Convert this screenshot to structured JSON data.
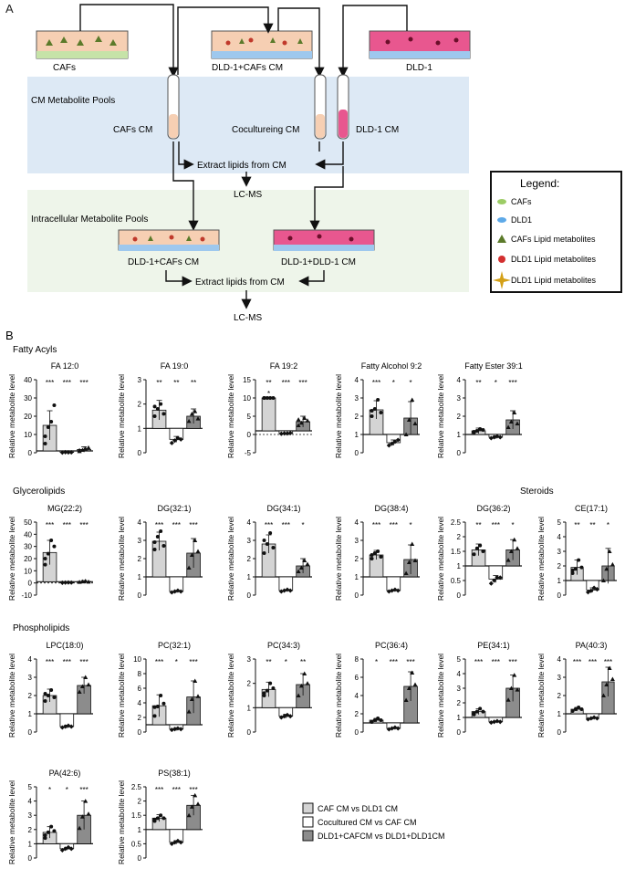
{
  "panelA": {
    "label": "A",
    "dishes": {
      "cafs": "CAFs",
      "coculture": "DLD-1+CAFs CM",
      "dld1": "DLD-1"
    },
    "pools": {
      "cm": "CM Metabolite Pools",
      "intracellular": "Intracellular Metabolite Pools"
    },
    "tubes": {
      "cafs_cm": "CAFs CM",
      "coculture_cm": "Cocultureing CM",
      "dld1_cm": "DLD-1 CM"
    },
    "extract1": "Extract lipids from CM",
    "lcms1": "LC-MS",
    "lower_dishes": {
      "left": "DLD-1+CAFs CM",
      "right": "DLD-1+DLD-1 CM"
    },
    "extract2": "Extract lipids from CM",
    "lcms2": "LC-MS",
    "legend": {
      "title": "Legend:",
      "items": [
        "CAFs",
        "DLD1",
        "CAFs Lipid metabolites",
        "DLD1 Lipid metabolites",
        "DLD1 Lipid metabolites"
      ]
    }
  },
  "panelB": {
    "label": "B",
    "ylabel": "Relative metabolite level",
    "sections": {
      "fatty_acyls": "Fatty Acyls",
      "glycerolipids": "Glycerolipids",
      "steroids": "Steroids",
      "phospholipids": "Phospholipids"
    },
    "legend": [
      "CAF CM vs DLD1 CM",
      "Cocultured CM vs CAF CM",
      "DLD1+CAFCM vs DLD1+DLD1CM"
    ]
  },
  "colors": {
    "bar1": "#d4d4d4",
    "bar2": "#ffffff",
    "bar3": "#8c8c8c",
    "cm_pool": "#dde9f5",
    "intra_pool": "#eef5ea",
    "caf_medium": "#f6cfb3",
    "dld1_medium": "#e8578f"
  },
  "chart_data": [
    {
      "type": "bar",
      "title": "FA 12:0",
      "ylim": [
        0,
        40
      ],
      "yticks": [
        0,
        10,
        20,
        30,
        40
      ],
      "baseline": 1,
      "values": [
        15,
        0.2,
        1.8
      ],
      "errors": [
        8,
        0.3,
        1.5
      ],
      "sig": [
        "***",
        "***",
        "***"
      ],
      "points": [
        [
          9,
          14,
          17,
          26,
          5
        ],
        [
          0.1,
          0.3,
          0.2,
          0.2
        ],
        [
          0.8,
          1.5,
          2.2,
          2.8,
          1.4
        ]
      ]
    },
    {
      "type": "bar",
      "title": "FA 19:0",
      "ylim": [
        0,
        3
      ],
      "yticks": [
        0,
        1,
        2,
        3
      ],
      "baseline": 1,
      "values": [
        1.75,
        0.55,
        1.5
      ],
      "errors": [
        0.4,
        0.12,
        0.3
      ],
      "sig": [
        "**",
        "**",
        "**"
      ],
      "points": [
        [
          1.5,
          1.8,
          2.0,
          1.6,
          1.9
        ],
        [
          0.4,
          0.5,
          0.6,
          0.55
        ],
        [
          1.3,
          1.6,
          1.7,
          1.4
        ]
      ]
    },
    {
      "type": "bar",
      "title": "FA 19:2",
      "ylim": [
        -5,
        15
      ],
      "yticks": [
        -5,
        0,
        5,
        10,
        15
      ],
      "baseline": 1,
      "values": [
        10,
        0.3,
        3.5
      ],
      "errors": [
        0.2,
        0.1,
        1.5
      ],
      "sig": [
        "**",
        "***",
        "***"
      ],
      "extra_sig": "*",
      "points": [
        [
          10,
          10,
          10,
          10,
          10
        ],
        [
          0.2,
          0.3,
          0.3,
          0.4
        ],
        [
          2.5,
          3.2,
          4.5,
          3.8,
          4.1
        ]
      ]
    },
    {
      "type": "bar",
      "title": "Fatty Alcohol 9:2",
      "ylim": [
        0,
        4
      ],
      "yticks": [
        0,
        1,
        2,
        3,
        4
      ],
      "baseline": 1,
      "values": [
        2.35,
        0.55,
        1.9
      ],
      "errors": [
        0.5,
        0.15,
        0.9
      ],
      "sig": [
        "***",
        "*",
        "*"
      ],
      "points": [
        [
          2.0,
          2.4,
          2.9,
          2.2,
          2.3
        ],
        [
          0.4,
          0.5,
          0.6,
          0.7
        ],
        [
          1.0,
          1.8,
          2.9,
          1.6
        ]
      ]
    },
    {
      "type": "bar",
      "title": "Fatty Ester 39:1",
      "ylim": [
        0,
        4
      ],
      "yticks": [
        0,
        1,
        2,
        3,
        4
      ],
      "baseline": 1,
      "values": [
        1.2,
        0.85,
        1.8
      ],
      "errors": [
        0.15,
        0.08,
        0.5
      ],
      "sig": [
        "**",
        "*",
        "***"
      ],
      "points": [
        [
          1.1,
          1.2,
          1.3,
          1.25,
          1.15
        ],
        [
          0.8,
          0.85,
          0.9,
          0.85
        ],
        [
          1.4,
          1.7,
          2.2,
          1.6
        ]
      ]
    },
    {
      "type": "bar",
      "title": "MG(22:2)",
      "ylim": [
        -10,
        50
      ],
      "yticks": [
        -10,
        0,
        10,
        20,
        30,
        40,
        50
      ],
      "baseline": 1,
      "values": [
        25,
        0.3,
        1.2
      ],
      "errors": [
        10,
        0.3,
        0.8
      ],
      "sig": [
        "***",
        "***",
        "***"
      ],
      "points": [
        [
          15,
          24,
          35,
          30,
          20
        ],
        [
          0.2,
          0.3,
          0.4,
          0.3
        ],
        [
          0.8,
          1.2,
          1.6,
          1.0
        ]
      ]
    },
    {
      "type": "bar",
      "title": "DG(32:1)",
      "ylim": [
        0,
        4
      ],
      "yticks": [
        0,
        1,
        2,
        3,
        4
      ],
      "baseline": 1,
      "values": [
        2.95,
        0.2,
        2.3
      ],
      "errors": [
        0.5,
        0.06,
        0.8
      ],
      "sig": [
        "***",
        "***",
        "***"
      ],
      "points": [
        [
          2.5,
          3.2,
          3.5,
          2.7,
          2.9
        ],
        [
          0.15,
          0.2,
          0.25,
          0.2
        ],
        [
          1.5,
          2.2,
          3.0,
          2.4
        ]
      ]
    },
    {
      "type": "bar",
      "title": "DG(34:1)",
      "ylim": [
        0,
        4
      ],
      "yticks": [
        0,
        1,
        2,
        3,
        4
      ],
      "baseline": 1,
      "values": [
        2.8,
        0.25,
        1.6
      ],
      "errors": [
        0.5,
        0.05,
        0.4
      ],
      "sig": [
        "***",
        "***",
        "*"
      ],
      "points": [
        [
          2.3,
          2.8,
          3.4,
          2.6,
          3.0
        ],
        [
          0.2,
          0.25,
          0.3,
          0.25
        ],
        [
          1.3,
          1.5,
          1.9,
          1.7
        ]
      ]
    },
    {
      "type": "bar",
      "title": "DG(38:4)",
      "ylim": [
        0,
        4
      ],
      "yticks": [
        0,
        1,
        2,
        3,
        4
      ],
      "baseline": 1,
      "values": [
        2.2,
        0.25,
        1.95
      ],
      "errors": [
        0.25,
        0.05,
        0.8
      ],
      "sig": [
        "***",
        "***",
        "*"
      ],
      "points": [
        [
          2.0,
          2.3,
          2.4,
          2.1,
          2.2
        ],
        [
          0.2,
          0.25,
          0.3,
          0.25
        ],
        [
          1.2,
          1.8,
          2.8,
          1.9
        ]
      ]
    },
    {
      "type": "bar",
      "title": "DG(36:2)",
      "ylim": [
        0,
        2.5
      ],
      "yticks": [
        0,
        0.5,
        1.0,
        1.5,
        2.0,
        2.5
      ],
      "baseline": 1,
      "values": [
        1.55,
        0.55,
        1.55
      ],
      "errors": [
        0.2,
        0.12,
        0.35
      ],
      "sig": [
        "**",
        "***",
        "*"
      ],
      "points": [
        [
          1.4,
          1.6,
          1.7,
          1.5
        ],
        [
          0.4,
          0.5,
          0.6,
          0.6
        ],
        [
          1.2,
          1.5,
          1.9,
          1.6
        ]
      ]
    },
    {
      "type": "bar",
      "title": "CE(17:1)",
      "ylim": [
        0,
        5
      ],
      "yticks": [
        0,
        1,
        2,
        3,
        4,
        5
      ],
      "baseline": 1,
      "values": [
        1.9,
        0.35,
        2.0
      ],
      "errors": [
        0.5,
        0.15,
        1.2
      ],
      "sig": [
        "**",
        "**",
        "*"
      ],
      "points": [
        [
          1.5,
          1.8,
          2.4,
          1.9,
          1.7
        ],
        [
          0.2,
          0.3,
          0.5,
          0.4
        ],
        [
          1.0,
          1.8,
          3.0,
          2.1
        ]
      ]
    },
    {
      "type": "bar",
      "title": "LPC(18:0)",
      "ylim": [
        0,
        4
      ],
      "yticks": [
        0,
        1,
        2,
        3,
        4
      ],
      "baseline": 1,
      "values": [
        2.0,
        0.3,
        2.55
      ],
      "errors": [
        0.35,
        0.08,
        0.45
      ],
      "sig": [
        "***",
        "***",
        "***"
      ],
      "points": [
        [
          1.7,
          2.0,
          2.3,
          1.9,
          2.1
        ],
        [
          0.25,
          0.3,
          0.35,
          0.3
        ],
        [
          2.2,
          2.5,
          3.0,
          2.6
        ]
      ]
    },
    {
      "type": "bar",
      "title": "PC(32:1)",
      "ylim": [
        0,
        10
      ],
      "yticks": [
        0,
        2,
        4,
        6,
        8,
        10
      ],
      "baseline": 1,
      "values": [
        3.6,
        0.4,
        4.8
      ],
      "errors": [
        1.5,
        0.2,
        2.2
      ],
      "sig": [
        "***",
        "*",
        "***"
      ],
      "points": [
        [
          2.2,
          3.5,
          5.0,
          3.9,
          3.4
        ],
        [
          0.3,
          0.4,
          0.5,
          0.4
        ],
        [
          2.8,
          4.5,
          7.0,
          4.9
        ]
      ]
    },
    {
      "type": "bar",
      "title": "PC(34:3)",
      "ylim": [
        0,
        3
      ],
      "yticks": [
        0,
        1,
        2,
        3
      ],
      "baseline": 1,
      "values": [
        1.75,
        0.65,
        1.95
      ],
      "errors": [
        0.3,
        0.08,
        0.45
      ],
      "sig": [
        "**",
        "*",
        "**"
      ],
      "points": [
        [
          1.5,
          1.7,
          2.0,
          1.8,
          1.6
        ],
        [
          0.6,
          0.65,
          0.7,
          0.65
        ],
        [
          1.5,
          1.9,
          2.4,
          2.0
        ]
      ]
    },
    {
      "type": "bar",
      "title": "PC(36:4)",
      "ylim": [
        0,
        8
      ],
      "yticks": [
        0,
        2,
        4,
        6,
        8
      ],
      "baseline": 1,
      "values": [
        1.3,
        0.4,
        5.0
      ],
      "errors": [
        0.2,
        0.1,
        1.6
      ],
      "sig": [
        "*",
        "***",
        "***"
      ],
      "points": [
        [
          1.1,
          1.3,
          1.5,
          1.3
        ],
        [
          0.3,
          0.4,
          0.5,
          0.4
        ],
        [
          3.5,
          4.8,
          6.5,
          5.2
        ]
      ]
    },
    {
      "type": "bar",
      "title": "PE(34:1)",
      "ylim": [
        0,
        5
      ],
      "yticks": [
        0,
        1,
        2,
        3,
        4,
        5
      ],
      "baseline": 1,
      "values": [
        1.4,
        0.7,
        3.0
      ],
      "errors": [
        0.2,
        0.06,
        0.9
      ],
      "sig": [
        "***",
        "***",
        "***"
      ],
      "points": [
        [
          1.2,
          1.4,
          1.6,
          1.4,
          1.3
        ],
        [
          0.65,
          0.7,
          0.75,
          0.7
        ],
        [
          2.2,
          3.0,
          3.9,
          2.9
        ]
      ]
    },
    {
      "type": "bar",
      "title": "PA(40:3)",
      "ylim": [
        0,
        4
      ],
      "yticks": [
        0,
        1,
        2,
        3,
        4
      ],
      "baseline": 1,
      "values": [
        1.25,
        0.75,
        2.75
      ],
      "errors": [
        0.1,
        0.06,
        0.8
      ],
      "sig": [
        "***",
        "***",
        "***"
      ],
      "points": [
        [
          1.15,
          1.25,
          1.35,
          1.25
        ],
        [
          0.7,
          0.75,
          0.8,
          0.75
        ],
        [
          2.0,
          2.6,
          3.5,
          2.9
        ]
      ]
    },
    {
      "type": "bar",
      "title": "PA(42:6)",
      "ylim": [
        0,
        5
      ],
      "yticks": [
        0,
        1,
        2,
        3,
        4,
        5
      ],
      "baseline": 1,
      "values": [
        1.8,
        0.65,
        3.0
      ],
      "errors": [
        0.4,
        0.1,
        1.0
      ],
      "sig": [
        "*",
        "*",
        "***"
      ],
      "points": [
        [
          1.4,
          1.8,
          2.2,
          1.9,
          1.6
        ],
        [
          0.55,
          0.65,
          0.75,
          0.65
        ],
        [
          2.1,
          2.9,
          4.0,
          3.1
        ]
      ]
    },
    {
      "type": "bar",
      "title": "PS(38:1)",
      "ylim": [
        0,
        2.5
      ],
      "yticks": [
        0,
        0.5,
        1.0,
        1.5,
        2.0,
        2.5
      ],
      "baseline": 1,
      "values": [
        1.4,
        0.55,
        1.85
      ],
      "errors": [
        0.12,
        0.06,
        0.35
      ],
      "sig": [
        "***",
        "***",
        "***"
      ],
      "points": [
        [
          1.3,
          1.4,
          1.5,
          1.4,
          1.35
        ],
        [
          0.5,
          0.55,
          0.6,
          0.55
        ],
        [
          1.5,
          1.8,
          2.2,
          1.9
        ]
      ]
    }
  ]
}
